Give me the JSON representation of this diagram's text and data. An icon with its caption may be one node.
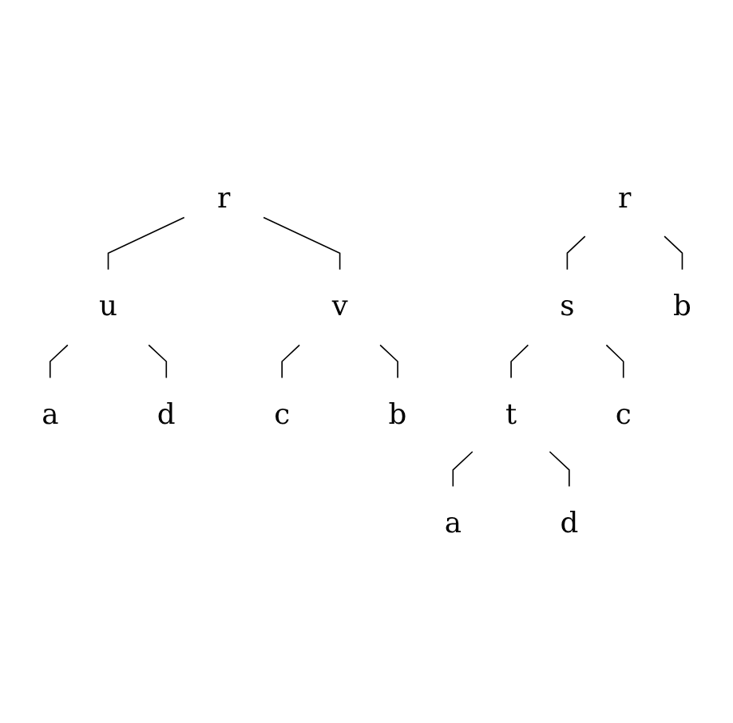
{
  "diagram": {
    "nodes": [
      {
        "text": [
          "r"
        ]
      },
      {
        "text": [
          "u"
        ]
      },
      {
        "text": [
          "v"
        ]
      },
      {
        "text": [
          "a"
        ]
      },
      {
        "text": [
          "d"
        ]
      },
      {
        "text": [
          "c"
        ]
      },
      {
        "text": [
          "b"
        ]
      },
      {
        "text": [
          "r"
        ]
      },
      {
        "text": [
          "s"
        ]
      },
      {
        "text": [
          "t"
        ]
      },
      {
        "text": [
          "a"
        ]
      },
      {
        "text": [
          "d"
        ]
      },
      {
        "text": [
          "c"
        ]
      },
      {
        "text": [
          "b"
        ]
      }
    ],
    "edges": [
      {
        "from": 0,
        "to": 1,
        "arrow": "none"
      },
      {
        "from": 1,
        "to": 3,
        "arrow": "none"
      },
      {
        "from": 1,
        "to": 4,
        "arrow": "none"
      },
      {
        "from": 0,
        "to": 2,
        "arrow": "none"
      },
      {
        "from": 2,
        "to": 5,
        "arrow": "none"
      },
      {
        "from": 2,
        "to": 6,
        "arrow": "none"
      },
      {
        "from": 7,
        "to": 8,
        "arrow": "none"
      },
      {
        "from": 7,
        "to": 13,
        "arrow": "none"
      },
      {
        "from": 8,
        "to": 9,
        "arrow": "none"
      },
      {
        "from": 8,
        "to": 12,
        "arrow": "none"
      },
      {
        "from": 9,
        "to": 10,
        "arrow": "none"
      },
      {
        "from": 9,
        "to": 11,
        "arrow": "none"
      }
    ]
  }
}
